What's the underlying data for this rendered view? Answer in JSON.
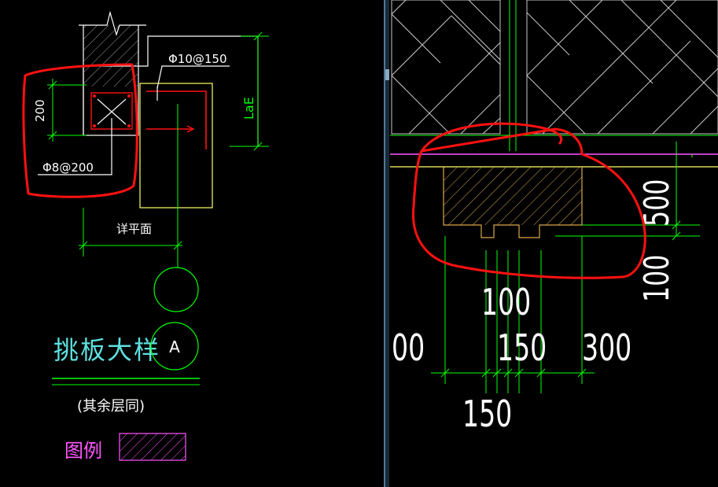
{
  "colors": {
    "background": "#000000",
    "green": "#00ff00",
    "white": "#ffffff",
    "yellow": "#ffff66",
    "red": "#ff1111",
    "cyan": "#5fe0e0",
    "magenta": "#ff55ff",
    "brown": "#d9a84a",
    "gray": "#9a9a9a",
    "divider": "#6aa0c8"
  },
  "left_detail": {
    "dim_vertical": "200",
    "rebar_top": "Φ10@150",
    "rebar_bottom": "Φ8@200",
    "anchor_label": "LaE",
    "width_label": "详平面",
    "bubble_letter": "A",
    "title": "挑板大样",
    "subtitle": "(其余层同)",
    "legend_label": "图例"
  },
  "right_detail": {
    "dim_500": "500",
    "dim_100_v": "100",
    "dim_100_h": "100",
    "dim_00": "00",
    "dim_150_a": "150",
    "dim_300": "300",
    "dim_150_b": "150"
  }
}
